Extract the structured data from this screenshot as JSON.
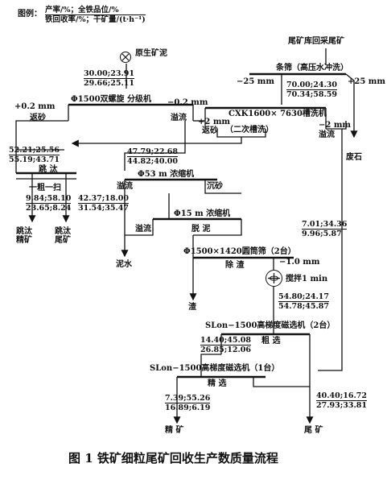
{
  "legend": {
    "label": "图例：",
    "top": "产率/%；全铁品位/%",
    "bottom": "铁回收率/%；干矿量/(t·h⁻¹)"
  },
  "nodes": {
    "primary_slime": "原生矿泥",
    "tailings_source": "尾矿库回采尾矿",
    "screen": "条筛（高压水冲洗）",
    "size_minus25": "−25 mm",
    "size_plus25": "+25 mm",
    "classifier": "Φ1500双螺旋 分级机",
    "plus02": "+0.2 mm",
    "return_sand": "返砂",
    "minus02": "−0.2 mm",
    "overflow1": "溢流",
    "cxk": "CXK1600× 7630槽洗机",
    "plus2": "+2 mm",
    "return_sand2": "返砂",
    "second_wash": "（二次槽洗）",
    "minus2": "−2 mm",
    "overflow2": "溢流",
    "waste_rock": "废石",
    "jig": "跳 汰",
    "one_rough_one_scav": "一粗一扫",
    "jig_conc": "跳汰 精矿",
    "jig_tail": "跳汰 尾矿",
    "thickener53": "Φ53 m 浓缩机",
    "overflow3": "溢流",
    "sand": "沉砂",
    "thickener15": "Φ15 m 浓缩机",
    "overflow4": "溢流",
    "deslime": "脱 泥",
    "slime_water": "泥水",
    "drum_screen": "Φ1500×1420圆筒筛（2台）",
    "remove_slag": "除 渣",
    "minus1": "−1.0 mm",
    "stir": "搅拌1 min",
    "slag": "渣",
    "slon1": "SLon−1500高梯度磁选机（2台）",
    "rough": "粗 选",
    "slon2": "SLon−1500高梯度磁选机（1台）",
    "clean": "精 选",
    "conc": "精 矿",
    "tail": "尾 矿"
  },
  "values": {
    "slime": [
      "30.00;23.91",
      "29.66;25.11"
    ],
    "screen_under": [
      "70.00;24.30",
      "70.34;58.59"
    ],
    "return02": [
      "52.21;25.56",
      "55.19;43.71"
    ],
    "overflow02": [
      "47.79;22.68",
      "44.82;40.00"
    ],
    "jig_conc": [
      "9.84;58.10",
      "23.65;8.24"
    ],
    "jig_tail": [
      "42.37;18.00",
      "31.54;35.47"
    ],
    "right_loop": [
      "7.01;34.36",
      "9.96;5.87"
    ],
    "slon_feed": [
      "54.80;24.17",
      "54.78;45.87"
    ],
    "rough_conc": [
      "14.40;45.08",
      "26.85;12.06"
    ],
    "final_conc": [
      "7.39;55.26",
      "16.89;6.19"
    ],
    "final_tail": [
      "40.40;16.72",
      "27.93;33.81"
    ]
  },
  "caption": "图 1   铁矿细粒尾矿回收生产数质量流程"
}
